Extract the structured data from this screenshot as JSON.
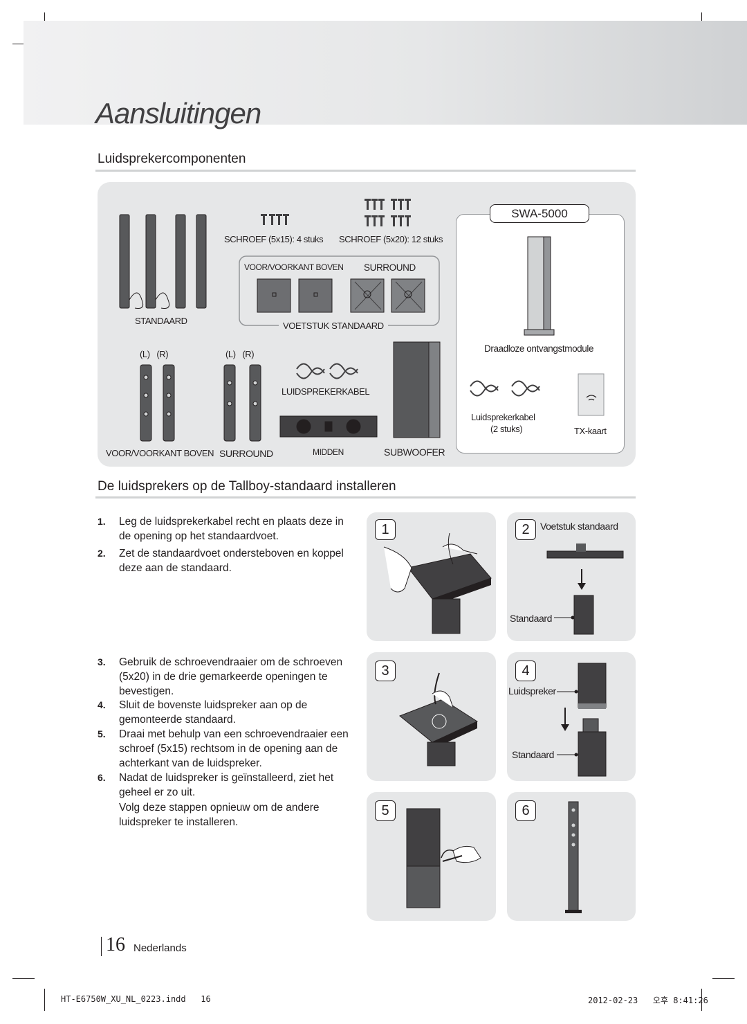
{
  "header": {
    "chapter_title": "Aansluitingen"
  },
  "section1": {
    "title": "Luidsprekercomponenten",
    "screws": {
      "small_label": "SCHROEF (5x15): 4 stuks",
      "large_label": "SCHROEF (5x20): 12 stuks"
    },
    "stand_label": "STANDAARD",
    "stand_base": {
      "front_label": "VOOR/VOORKANT BOVEN",
      "surround_label": "SURROUND",
      "group_label": "VOETSTUK STANDAARD"
    },
    "lr_left": "(L)   (R)",
    "lr_right": "(L)   (R)",
    "speaker_cable_label": "LUIDSPREKERKABEL",
    "bottom_labels": {
      "front": "VOOR/VOORKANT BOVEN",
      "surround": "SURROUND",
      "center": "MIDDEN",
      "subwoofer": "SUBWOOFER"
    },
    "swa": {
      "model": "SWA-5000",
      "module_label": "Draadloze ontvangstmodule",
      "cable_label_1": "Luidsprekerkabel",
      "cable_label_2": "(2 stuks)",
      "tx_label": "TX-kaart"
    }
  },
  "section2": {
    "title": "De luidsprekers op de Tallboy-standaard installeren",
    "steps": [
      {
        "num": "1.",
        "text": "Leg de luidsprekerkabel recht en plaats deze in de opening op het standaardvoet."
      },
      {
        "num": "2.",
        "text": "Zet de standaardvoet ondersteboven en koppel deze aan de standaard."
      },
      {
        "num": "3.",
        "text": "Gebruik de schroevendraaier om de schroeven (5x20) in de drie gemarkeerde openingen te bevestigen."
      },
      {
        "num": "4.",
        "text": "Sluit de bovenste luidspreker aan op de gemonteerde standaard."
      },
      {
        "num": "5.",
        "text": "Draai met behulp van een schroevendraaier een schroef (5x15) rechtsom in de opening aan de achterkant van de luidspreker."
      },
      {
        "num": "6.",
        "text": "Nadat de luidspreker is geïnstalleerd, ziet het geheel er zo uit."
      }
    ],
    "note": "Volg deze stappen opnieuw om de andere luidspreker te installeren.",
    "figures": [
      {
        "num": "1"
      },
      {
        "num": "2",
        "top_label": "Voetstuk standaard",
        "bottom_label": "Standaard"
      },
      {
        "num": "3"
      },
      {
        "num": "4",
        "top_label": "Luidspreker",
        "bottom_label": "Standaard"
      },
      {
        "num": "5"
      },
      {
        "num": "6"
      }
    ]
  },
  "footer": {
    "page_number": "16",
    "language": "Nederlands",
    "file_info": "HT-E6750W_XU_NL_0223.indd   16",
    "timestamp": "2012-02-23   오후 8:41:26"
  }
}
